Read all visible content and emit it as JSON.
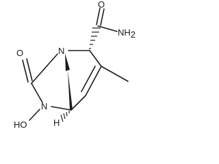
{
  "structure": {
    "atoms": {
      "o_carbonyl": "O",
      "n_bridgehead": "N",
      "n_hydroxylamine": "N",
      "o_hydroxy": "HO",
      "n_amide": "NH",
      "n_amide_sub": "2",
      "o_amide": "O",
      "methyl": "",
      "h_stereo": "H"
    }
  }
}
